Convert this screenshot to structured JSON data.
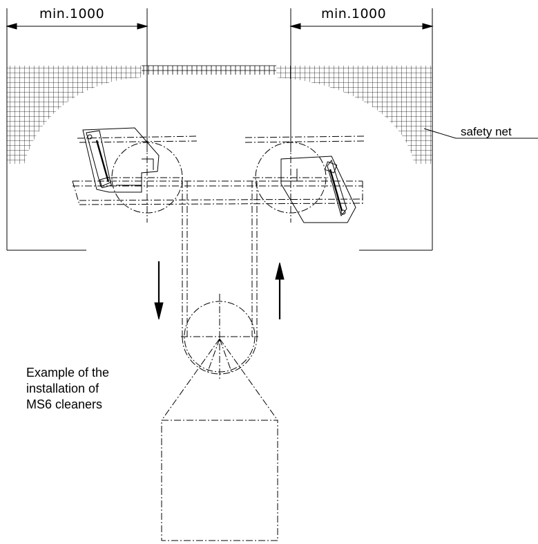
{
  "dimensions": {
    "left_label": "min.1000",
    "right_label": "min.1000"
  },
  "annotation": {
    "safety_net_label": "safety net"
  },
  "caption": {
    "line1": "Example of the",
    "line2": "installation of",
    "line3": "MS6 cleaners"
  },
  "colors": {
    "line": "#000000",
    "background": "#ffffff"
  }
}
